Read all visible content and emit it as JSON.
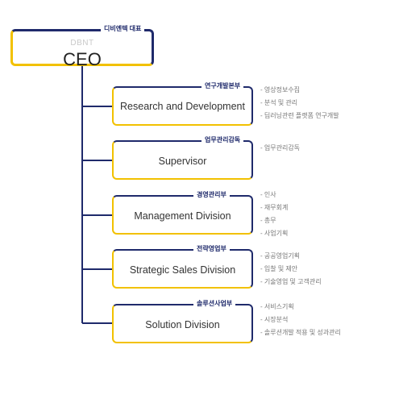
{
  "ceo": {
    "tag": "디비엔텍 대표",
    "subtitle": "DBNT",
    "title": "CEO"
  },
  "divisions": [
    {
      "tag": "연구개발본부",
      "title": "Research and Development",
      "duties": [
        "- 영상정보수집",
        "- 분석 및 관리",
        "- 딥러닝관련 플랫폼 연구개발"
      ]
    },
    {
      "tag": "업무관리감독",
      "title": "Supervisor",
      "duties": [
        "- 업무관리감독"
      ]
    },
    {
      "tag": "경영관리부",
      "title": "Management Division",
      "duties": [
        "- 인사",
        "- 재무회계",
        "- 총무",
        "- 사업기획"
      ]
    },
    {
      "tag": "전략영업부",
      "title": "Strategic Sales Division",
      "duties": [
        "- 공공영업기획",
        "- 입찰 및 제안",
        "- 기술영업 및 고객관리"
      ]
    },
    {
      "tag": "솔루션사업부",
      "title": "Solution Division",
      "duties": [
        "- 서비스기획",
        "- 시장분석",
        "- 솔루션개발 적용 및 성과관리"
      ]
    }
  ],
  "colors": {
    "navy": "#1f2a6b",
    "yellow": "#f2c100"
  }
}
